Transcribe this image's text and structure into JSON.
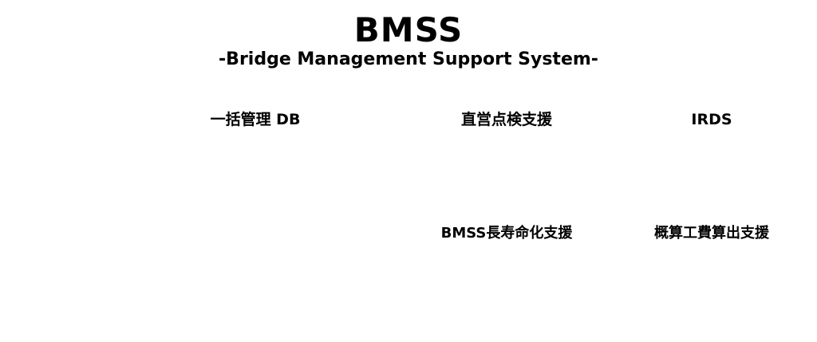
{
  "header": {
    "title": "BMSS",
    "subtitle": "-Bridge Management Support System-"
  },
  "menu": {
    "bulk_db": "一括管理 DB",
    "direct_inspection": "直営点検支援",
    "irds": "IRDS",
    "longevity": "BMSS長寿命化支援",
    "cost_estimate": "概算工費算出支援"
  }
}
